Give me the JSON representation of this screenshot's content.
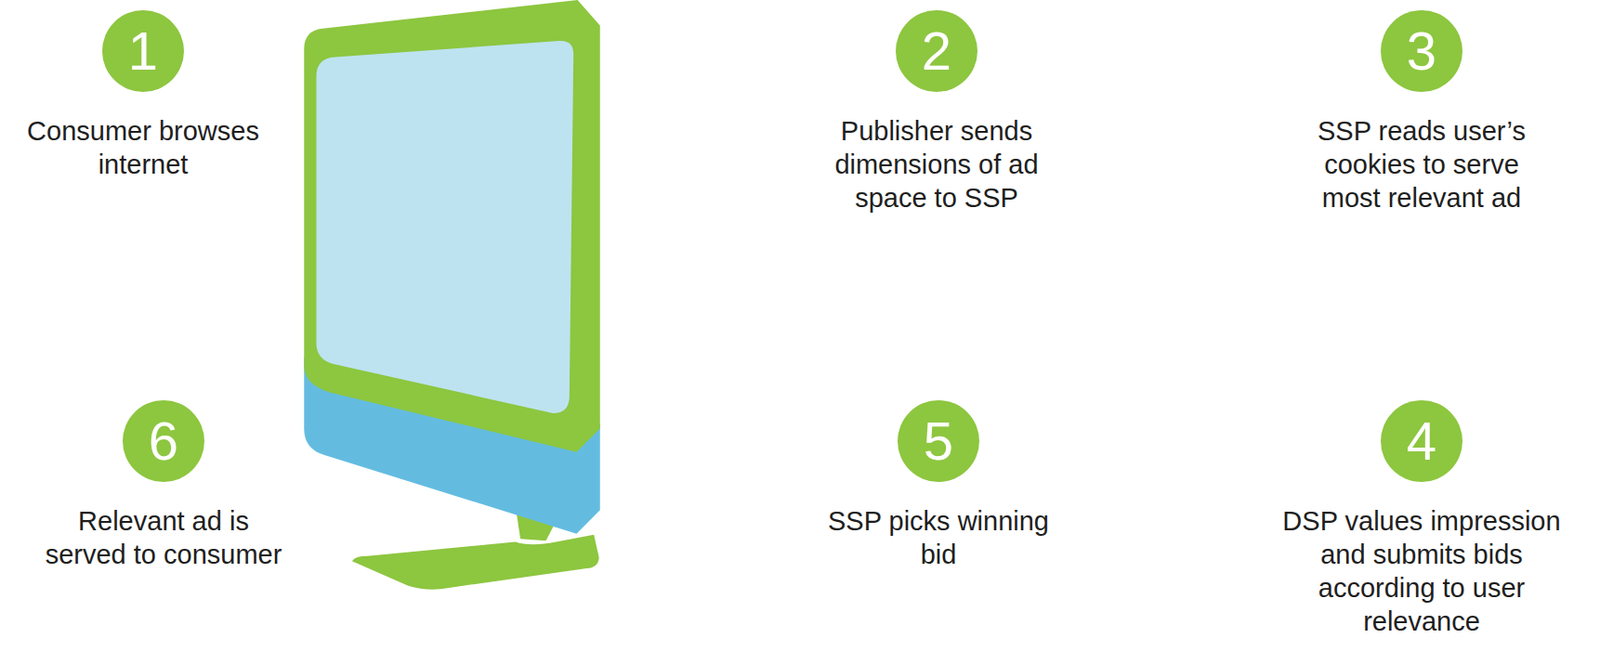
{
  "diagram": {
    "nodes": [
      {
        "text": [
          "1",
          "Consumer browses internet"
        ]
      },
      {
        "text": [
          "2",
          "Publisher sends dimensions of ad space to SSP"
        ]
      },
      {
        "text": [
          "3",
          "SSP reads user’s cookies to serve most relevant ad"
        ]
      },
      {
        "text": [
          "4",
          "DSP values impression and submits bids according to user relevance"
        ]
      },
      {
        "text": [
          "5",
          "SSP picks winning bid"
        ]
      },
      {
        "text": [
          "6",
          "Relevant ad is served to consumer"
        ]
      }
    ]
  }
}
